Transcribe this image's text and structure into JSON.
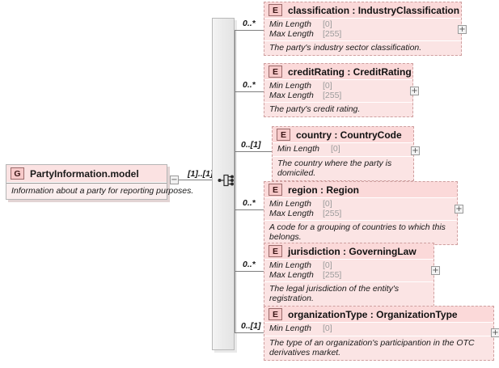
{
  "diagram": {
    "type": "xsd-schema-diagram",
    "root": {
      "badge": "G",
      "badge_name": "group-icon",
      "title": "PartyInformation.model",
      "annotation": "Information about a party for reporting purposes.",
      "toggle": "−",
      "cardinality": "[1]..[1]"
    },
    "compositor": {
      "kind": "sequence",
      "icon_name": "sequence-compositor-icon"
    },
    "elements": [
      {
        "badge": "E",
        "name": "classification",
        "type": "IndustryClassification",
        "title": "classification : IndustryClassification",
        "cardinality": "0..*",
        "facets": [
          {
            "label": "Min Length",
            "value": "[0]"
          },
          {
            "label": "Max Length",
            "value": "[255]"
          }
        ],
        "annotation": "The party's industry sector classification.",
        "toggle": "+"
      },
      {
        "badge": "E",
        "name": "creditRating",
        "type": "CreditRating",
        "title": "creditRating : CreditRating",
        "cardinality": "0..*",
        "facets": [
          {
            "label": "Min Length",
            "value": "[0]"
          },
          {
            "label": "Max Length",
            "value": "[255]"
          }
        ],
        "annotation": "The party's credit rating.",
        "toggle": "+"
      },
      {
        "badge": "E",
        "name": "country",
        "type": "CountryCode",
        "title": "country    : CountryCode",
        "cardinality": "0..[1]",
        "facets": [
          {
            "label": "Min Length",
            "value": "[0]"
          }
        ],
        "annotation": "The country where the party is domiciled.",
        "toggle": "+"
      },
      {
        "badge": "E",
        "name": "region",
        "type": "Region",
        "title": "region     : Region",
        "cardinality": "0..*",
        "facets": [
          {
            "label": "Min Length",
            "value": "[0]"
          },
          {
            "label": "Max Length",
            "value": "[255]"
          }
        ],
        "annotation": "A code for a grouping of countries to which this belongs.",
        "toggle": "+"
      },
      {
        "badge": "E",
        "name": "jurisdiction",
        "type": "GoverningLaw",
        "title": "jurisdiction : GoverningLaw",
        "cardinality": "0..*",
        "facets": [
          {
            "label": "Min Length",
            "value": "[0]"
          },
          {
            "label": "Max Length",
            "value": "[255]"
          }
        ],
        "annotation": "The legal jurisdiction of the entity's registration.",
        "toggle": "+"
      },
      {
        "badge": "E",
        "name": "organizationType",
        "type": "OrganizationType",
        "title": "organizationType : OrganizationType",
        "cardinality": "0..[1]",
        "facets": [
          {
            "label": "Min Length",
            "value": "[0]"
          }
        ],
        "annotation": "The type of an organization's participantion in the OTC derivatives market.",
        "toggle": "+"
      }
    ],
    "colors": {
      "element_fill": "#fbe4e4",
      "element_header": "#fbd9d9",
      "element_border": "#cf9f9f",
      "badge_fill": "#f7c9c9",
      "badge_border": "#9a6a6a",
      "compositor_fill": "#ebebeb",
      "line": "#7f7f7f",
      "canvas": "#ffffff"
    }
  }
}
